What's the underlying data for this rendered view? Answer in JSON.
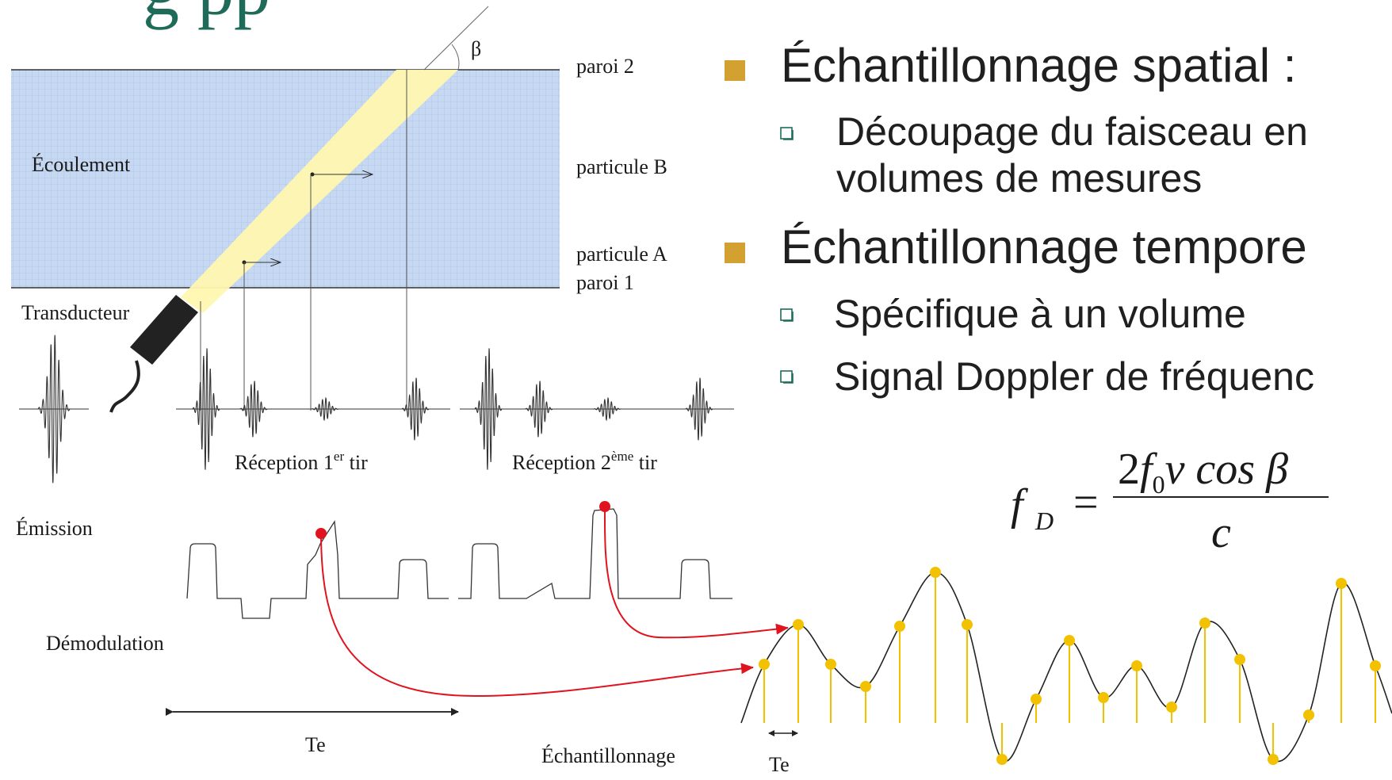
{
  "slide_title_fragment": "g    pp",
  "colors": {
    "title": "#1f6b5a",
    "bullet_square": "#d3a032",
    "flow_fill": "#c7d9f2",
    "beam": "#fff7b0",
    "pulse_arrow": "#e0141e",
    "samples": "#f2c200"
  },
  "diagram": {
    "angle_label": "β",
    "wall2": "paroi 2",
    "wall1": "paroi 1",
    "flow": "Écoulement",
    "particleB": "particule B",
    "particleA": "particule A",
    "transducer": "Transducteur",
    "reception1": {
      "main": "Réception 1",
      "sup": "er",
      "end": " tir"
    },
    "reception2": {
      "main": "Réception 2",
      "sup": "ème",
      "end": " tir"
    },
    "emission": "Émission",
    "demodulation": "Démodulation",
    "period_label": "Te",
    "sampling": "Échantillonnage",
    "sampling_period": "Te"
  },
  "bullets": [
    {
      "level": 1,
      "text": "Échantillonnage spatial :"
    },
    {
      "level": 2,
      "text": "Découpage du faisceau en"
    },
    {
      "level": 2,
      "text": "volumes de mesures"
    },
    {
      "level": 1,
      "text": "Échantillonnage tempore"
    },
    {
      "level": 2,
      "text": "Spécifique à un volume"
    },
    {
      "level": 2,
      "text": "Signal Doppler de fréquenc"
    }
  ],
  "formula": {
    "lhs": "f",
    "lhs_sub": "D",
    "equals": "=",
    "num_2": "2",
    "num_f": "f",
    "num_sub": "0",
    "num_rest": "v cos ",
    "num_beta": "β",
    "den": "c"
  }
}
